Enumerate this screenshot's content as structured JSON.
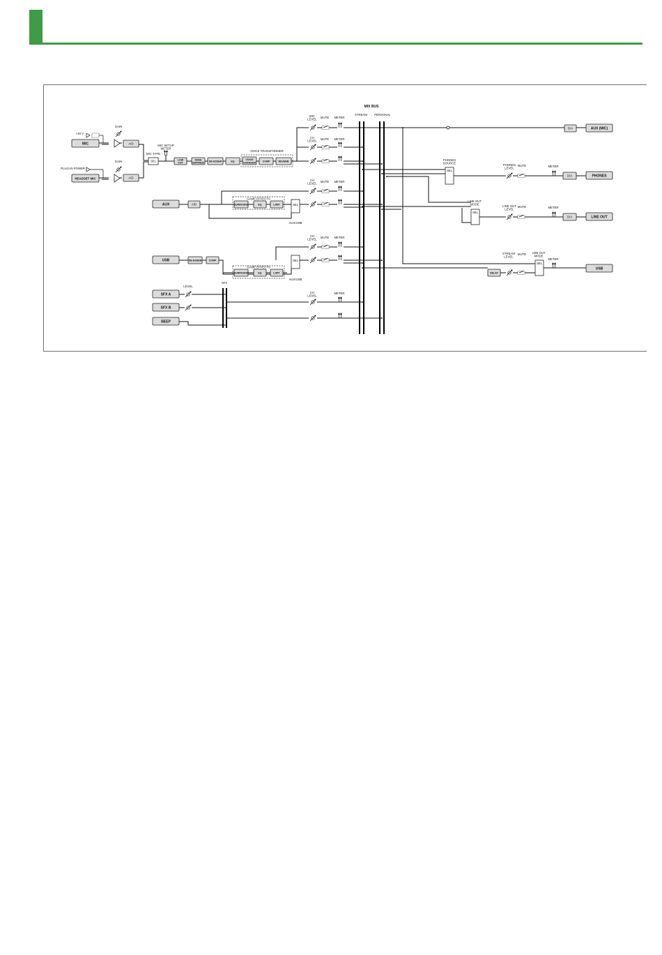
{
  "header": {
    "accent": "#3e9b46"
  },
  "labels": {
    "mix_bus": "MIX BUS",
    "stream": "STREAM",
    "personal": "PERSONAL",
    "p48v": "+48 V",
    "plugin_power": "PLUG-IN POWER",
    "gain": "GAIN",
    "mic_type": "MIC TYPE",
    "mic_setup_meter": [
      "MIC SETUP",
      "METER"
    ],
    "voice_transformer": "VOICE TRANSFORMER",
    "game_effects": "GAME EFFECTS",
    "mic_level": [
      "MIC",
      "LEVEL"
    ],
    "ch_level": [
      "CH",
      "LEVEL"
    ],
    "mute": "MUTE",
    "meter": "METER",
    "level": "LEVEL",
    "sfx": "SFX",
    "aux_usb": "AUX/USB",
    "phones_source": [
      "PHONES",
      "SOURCE"
    ],
    "line_out_mode": [
      "LINE OUT",
      "MODE"
    ],
    "phones_level": [
      "PHONES",
      "LEVEL"
    ],
    "line_out_level": [
      "LINE OUT",
      "LEVEL"
    ],
    "stream_level": [
      "STREAM",
      "LEVEL"
    ],
    "usb_out_mode": [
      "USB OUT",
      "MODE"
    ],
    "sel": "SEL",
    "ad": "A/D",
    "da": "D/A",
    "low_cut": [
      "LOW",
      "CUT"
    ],
    "noise_suppress": [
      "NOISE",
      "SUPPRESS"
    ],
    "deesser": "DE-ESSER",
    "eq": "EQ",
    "comp": "COMP",
    "voice_changer": [
      "VOICE",
      "CHANGER"
    ],
    "reverb": "REVERB",
    "surround": "SURROUND",
    "limit": "LIMIT",
    "delay": "DELAY"
  },
  "inputs": {
    "mic": "MIC",
    "headset_mic": "HEADSET MIC",
    "aux": "AUX",
    "usb": "USB",
    "sfx_a": "SFX A",
    "sfx_b": "SFX B",
    "beep": "BEEP"
  },
  "outputs": {
    "aux_mic": "AUX (MIC)",
    "phones": "PHONES",
    "line_out": "LINE OUT",
    "usb": "USB"
  }
}
